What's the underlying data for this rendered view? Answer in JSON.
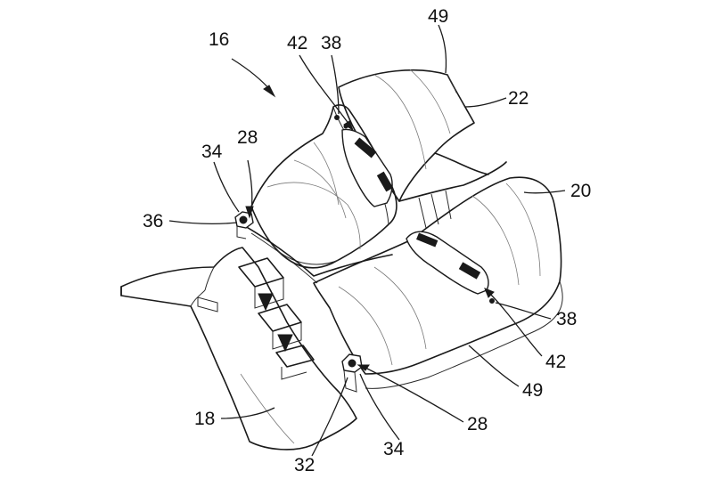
{
  "labels": {
    "l16": "16",
    "l42_top": "42",
    "l38_top": "38",
    "l49_top": "49",
    "l22": "22",
    "l28_top": "28",
    "l34_top": "34",
    "l36": "36",
    "l20": "20",
    "l18": "18",
    "l38_bottom": "38",
    "l42_bottom": "42",
    "l49_bottom": "49",
    "l28_bottom": "28",
    "l34_bottom": "34",
    "l32": "32"
  }
}
